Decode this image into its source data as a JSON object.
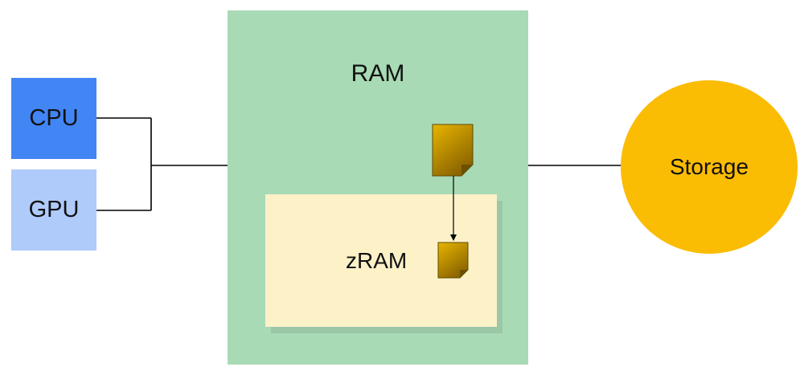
{
  "nodes": {
    "cpu": {
      "label": "CPU"
    },
    "gpu": {
      "label": "GPU"
    },
    "ram": {
      "label": "RAM"
    },
    "zram": {
      "label": "zRAM"
    },
    "storage": {
      "label": "Storage"
    }
  },
  "colors": {
    "cpu": "#4285F4",
    "gpu": "#AECBFA",
    "ram": "#A8DAB5",
    "zram": "#FDF1C8",
    "storage": "#FBBC04",
    "page_light": "#E8B500",
    "page_dark": "#8A6400",
    "line": "#000000"
  }
}
